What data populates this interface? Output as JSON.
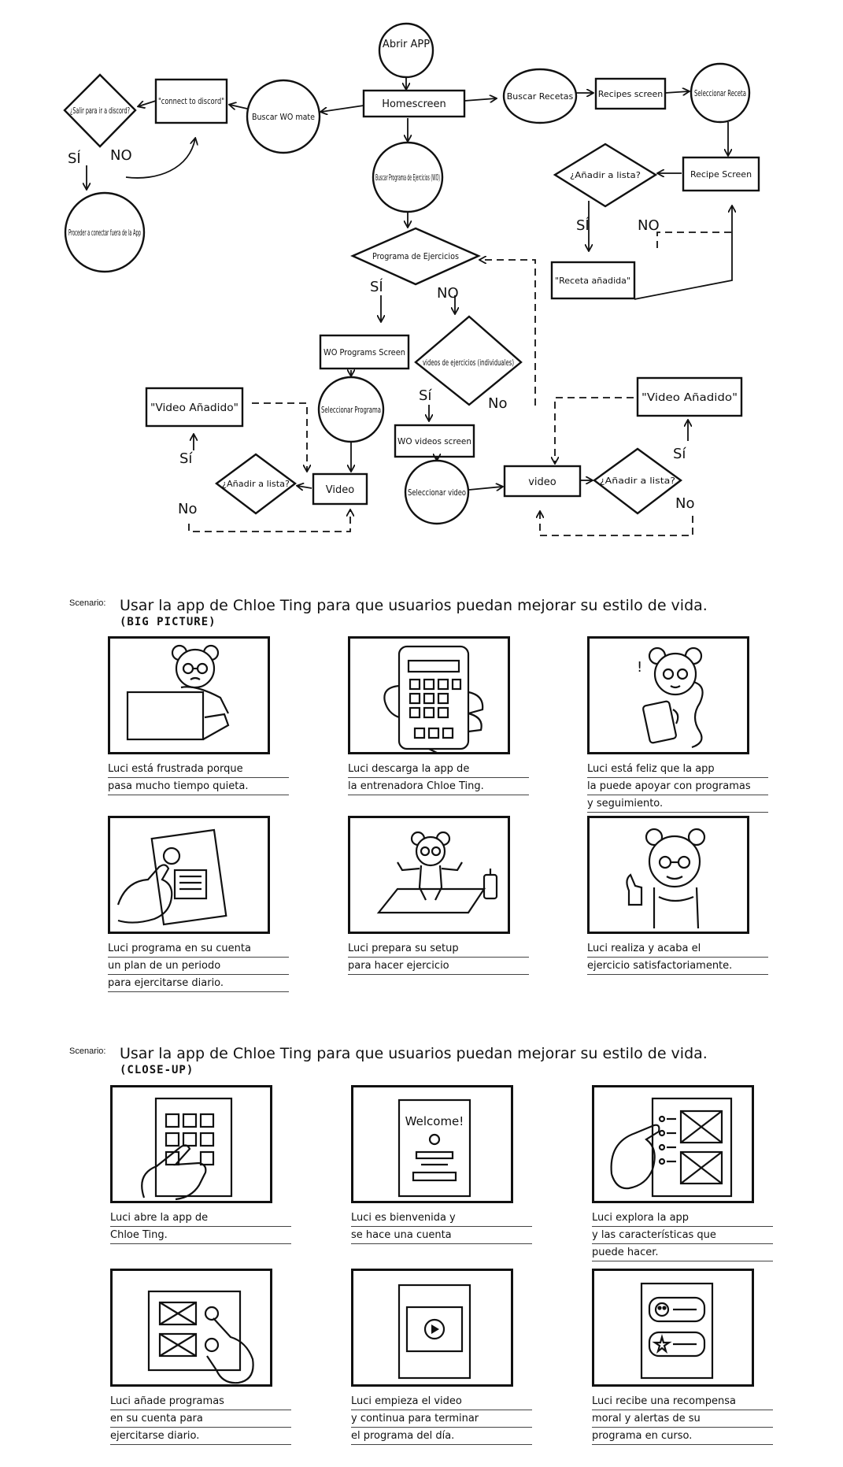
{
  "flowchart": {
    "nodes": {
      "abrir_app": "Abrir APP",
      "homescreen": "Homescreen",
      "buscar_recetas": "Buscar Recetas",
      "recipes_screen": "Recipes screen",
      "seleccionar_receta": "Seleccionar Receta",
      "recipe_screen": "Recipe Screen",
      "anadir_lista_recipe": "¿Añadir a lista?",
      "receta_anadida": "\"Receta añadida\"",
      "buscar_wo_mate": "Buscar WO mate",
      "connect_discord": "\"connect to discord\"",
      "salir_discord": "¿Salir para ir a discord?",
      "proceder": "Proceder a conectar fuera de la App",
      "buscar_programa": "Buscar Programa de Ejercicios (WO)",
      "programa_ejercicios": "Programa de Ejercicios",
      "wo_programs_screen": "WO Programs Screen",
      "videos_individuales": "videos de ejercicios (individuales)",
      "seleccionar_programa": "Seleccionar Programa",
      "video_anadido_left": "\"Video Añadido\"",
      "anadir_lista_left": "¿Añadir a lista?",
      "video_left": "Video",
      "wo_videos_screen": "WO videos screen",
      "seleccionar_video": "Seleccionar video",
      "video_right": "video",
      "anadir_lista_right": "¿Añadir a lista?",
      "video_anadido_right": "\"Video Añadido\""
    },
    "edge_labels": {
      "si": "SÍ",
      "no": "NO",
      "si_lower": "Sí",
      "no_title": "No"
    }
  },
  "scenario_label": "Scenario:",
  "scenario_big": {
    "text": "Usar la app de Chloe Ting para que usuarios puedan mejorar su estilo de vida.",
    "subtitle": "(BIG PICTURE)",
    "panels": [
      {
        "caption": [
          "Luci está frustrada porque",
          "pasa mucho tiempo quieta."
        ],
        "icon": "character-at-laptop-icon"
      },
      {
        "caption": [
          "Luci descarga la app de",
          "la entrenadora Chloe Ting."
        ],
        "icon": "phone-in-hand-icon"
      },
      {
        "caption": [
          "Luci está feliz que la app",
          "la puede apoyar con programas",
          "y seguimiento."
        ],
        "icon": "character-with-phone-icon"
      },
      {
        "caption": [
          "Luci programa en su cuenta",
          "un plan de un periodo",
          "para ejercitarse diario."
        ],
        "icon": "hand-tapping-document-icon"
      },
      {
        "caption": [
          "Luci prepara su setup",
          "para hacer ejercicio"
        ],
        "icon": "character-on-yoga-mat-icon"
      },
      {
        "caption": [
          "Luci realiza y acaba el",
          "ejercicio satisfactoriamente."
        ],
        "icon": "character-thumbs-up-icon"
      }
    ]
  },
  "scenario_close": {
    "text": "Usar la app de Chloe Ting para que usuarios puedan mejorar su estilo de vida.",
    "subtitle": "(CLOSE-UP)",
    "panels": [
      {
        "caption": [
          "Luci abre la app de",
          "Chloe Ting."
        ],
        "icon": "hand-opening-app-icon"
      },
      {
        "caption": [
          "Luci es bienvenida y",
          "se hace una cuenta"
        ],
        "icon": "welcome-screen-icon"
      },
      {
        "caption": [
          "Luci explora la app",
          "y las características que",
          "puede hacer."
        ],
        "icon": "hand-browsing-list-icon"
      },
      {
        "caption": [
          "Luci añade programas",
          "en su cuenta para",
          "ejercitarse diario."
        ],
        "icon": "hand-adding-program-icon"
      },
      {
        "caption": [
          "Luci empieza el video",
          "y continua para terminar",
          "el programa del día."
        ],
        "icon": "video-player-icon"
      },
      {
        "caption": [
          "Luci recibe una recompensa",
          "moral y alertas de su",
          "programa en curso."
        ],
        "icon": "reward-alerts-icon"
      }
    ]
  }
}
